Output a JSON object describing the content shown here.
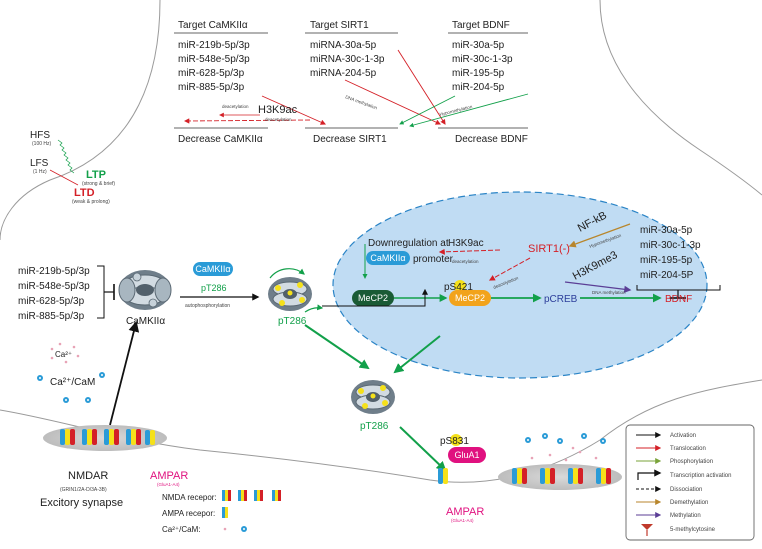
{
  "targets": {
    "camkii": {
      "title": "Target CaMKIIα",
      "mirnas": [
        "miR-219b-5p/3p",
        "miR-548e-5p/3p",
        "miR-628-5p/3p",
        "miR-885-5p/3p"
      ],
      "decrease": "Decrease CaMKIIα"
    },
    "sirt1": {
      "title": "Target SIRT1",
      "mirnas": [
        "miRNA-30a-5p",
        "miRNA-30c-1-3p",
        "miRNA-204-5p"
      ],
      "decrease": "Decrease SIRT1"
    },
    "bdnf": {
      "title": "Target BDNF",
      "mirnas": [
        "miR-30a-5p",
        "miR-30c-1-3p",
        "miR-195-5p",
        "miR-204-5p"
      ],
      "decrease": "Decrease BDNF"
    },
    "h3k9ac": "H3K9ac",
    "deacetylation": "deacetylation",
    "dna_methylation": "DNA methylation",
    "hypomethylation": "Hypomethylation"
  },
  "stimulation": {
    "hfs": "HFS",
    "hfs_sub": "(100 Hz)",
    "lfs": "LFS",
    "lfs_sub": "(1 Hz)",
    "ltp": "LTP",
    "ltp_sub": "(strong & brief)",
    "ltd": "LTD",
    "ltd_sub": "(weak & prolong)"
  },
  "left": {
    "mirnas": [
      "miR-219b-5p/3p",
      "miR-548e-5p/3p",
      "miR-628-5p/3p",
      "miR-885-5p/3p"
    ],
    "camkii_label": "CaMKIIα",
    "ca": "Ca²⁺",
    "ca_cam": "Ca²⁺/CaM"
  },
  "autophos": {
    "badge": "CaMKIIα",
    "pt286": "pT286",
    "label": "autophosphorylation"
  },
  "nucleus": {
    "pt286": "pT286",
    "downreg_line1": "Downregulation at",
    "downreg_badge": "CaMKIIα",
    "downreg_line2": "promoter",
    "h3k9ac": "H3K9ac",
    "deacetylation": "deacetylation",
    "sirt1": "SIRT1(-)",
    "nfkb": "NF-kB",
    "hypomethylation": "Hypomethylation",
    "h3k9me3": "H3K9me3",
    "dna_methylation": "DNA methylation",
    "mirnas": [
      "miR-30a-5p",
      "miR-30c-1-3p",
      "miR-195-5p",
      "miR-204-5P"
    ],
    "bdnf": "BDNF",
    "mecp2": "MeCP2",
    "ps421": "pS421",
    "mecp2_p": "MeCP2",
    "pcreb": "pCREB"
  },
  "synapse": {
    "pt286_lower": "pT286",
    "ps831": "pS831",
    "glua1": "GluA1",
    "nmdar": "NMDAR",
    "nmdar_sub": "(GRIN1/2A-D/3A-3B)",
    "excitatory": "Excitory synapse",
    "ampar_left": "AMPAR",
    "ampar_left_sub": "(GluA1-A4)",
    "ampar_right": "AMPAR",
    "ampar_right_sub": "(GluA1-A4)",
    "key_nmda": "NMDA recepor:",
    "key_ampa": "AMPA recepor:",
    "key_ca": "Ca²⁺/CaM:"
  },
  "legend": {
    "items": [
      {
        "label": "Activation",
        "color": "#111111",
        "icon": "activation-arrow-icon"
      },
      {
        "label": "Translocation",
        "color": "#d42027",
        "icon": "translocation-arrow-icon"
      },
      {
        "label": "Phosphorylation",
        "color": "#7aa33a",
        "icon": "phosphorylation-arrow-icon"
      },
      {
        "label": "Transcription activation",
        "color": "#111111",
        "icon": "transcription-arrow-icon"
      },
      {
        "label": "Dissociation",
        "color": "#111111",
        "icon": "dissociation-arrow-icon"
      },
      {
        "label": "Demethylation",
        "color": "#b8862c",
        "icon": "demethylation-arrow-icon"
      },
      {
        "label": "Methylation",
        "color": "#5b3e96",
        "icon": "methylation-arrow-icon"
      },
      {
        "label": "5-methylcytosine",
        "color": "#c0392b",
        "icon": "methylcytosine-marker-icon"
      }
    ]
  },
  "colors": {
    "red": "#d42027",
    "green": "#12a04a",
    "camk_blue": "#2a9bd7",
    "mecp2_dark": "#1a5b35",
    "mecp2_orange": "#f2a31b",
    "pcreb": "#2c3e9a",
    "glua1": "#e0117f",
    "nucleus": "#c0dcf3",
    "ampar": "#e0117f",
    "ltp": "#12a04a",
    "ltd": "#d42027"
  }
}
